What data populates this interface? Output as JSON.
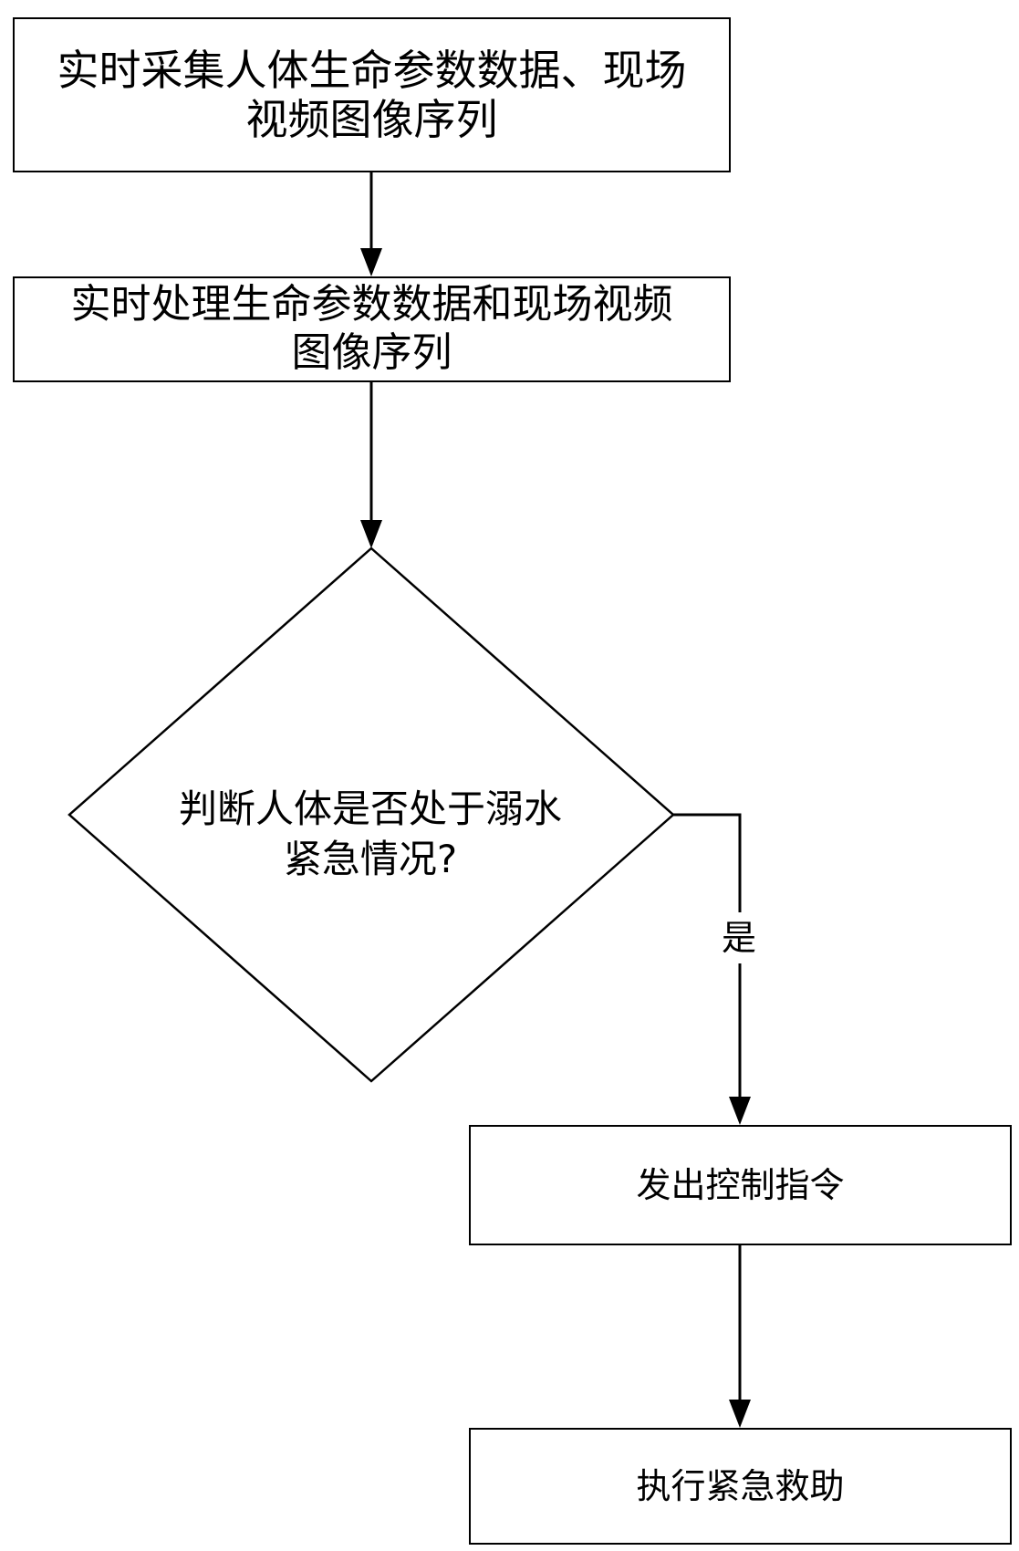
{
  "flowchart": {
    "step_collect": "实时采集人体生命参数数据、现场\n视频图像序列",
    "step_process": "实时处理生命参数数据和现场视频\n图像序列",
    "decision": "判断人体是否处于溺水\n紧急情况?",
    "edge_yes": "是",
    "step_command": "发出控制指令",
    "step_rescue": "执行紧急救助"
  },
  "colors": {
    "stroke": "#000000",
    "background": "#ffffff"
  }
}
